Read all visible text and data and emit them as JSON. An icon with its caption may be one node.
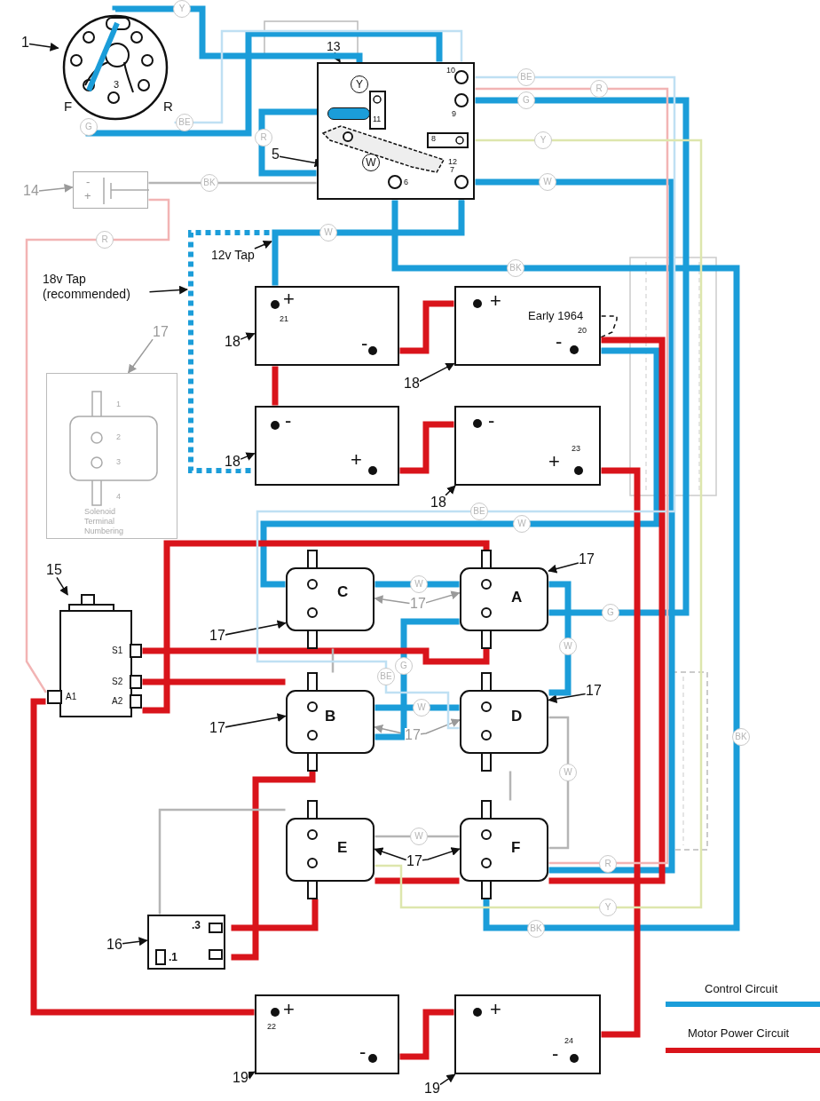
{
  "diagram": {
    "nodes": [
      {
        "text": [
          "1"
        ]
      },
      {
        "text": [
          "3"
        ],
        "beside": [
          "F",
          "R"
        ]
      },
      {
        "text": [
          "13"
        ]
      },
      {
        "text": [
          "10",
          "11",
          "9",
          "8",
          "12",
          "7",
          "6"
        ]
      },
      {
        "text": [
          "5"
        ]
      },
      {
        "text": [],
        "shape": "bar",
        "in": 3
      },
      {
        "text": [],
        "shape": "picture",
        "in": 3
      },
      {
        "text": [
          "14"
        ]
      },
      {
        "text": [
          "-",
          "+"
        ]
      },
      {
        "text": [
          "18v Tap (recommended)"
        ]
      },
      {
        "text": [
          "12v Tap"
        ]
      },
      {
        "text": [
          "+",
          "21",
          "-"
        ]
      },
      {
        "text": [
          "+",
          "-",
          "20"
        ]
      },
      {
        "text": [
          "-",
          "+"
        ]
      },
      {
        "text": [
          "-",
          "+",
          "23"
        ]
      },
      {
        "text": [
          "18"
        ]
      },
      {
        "text": [
          "18"
        ]
      },
      {
        "text": [
          "18"
        ]
      },
      {
        "text": [
          "18"
        ]
      },
      {
        "text": [
          "Early 1964"
        ],
        "in": 12
      },
      {
        "text": [
          "17"
        ]
      },
      {
        "text": [
          "1",
          "2",
          "3",
          "4",
          "Solenoid Terminal Numbering"
        ]
      },
      {
        "text": [
          "15"
        ]
      },
      {
        "text": [
          "S1",
          "S2",
          "A1",
          "A2"
        ]
      },
      {
        "text": [
          "C"
        ]
      },
      {
        "text": [
          "A"
        ]
      },
      {
        "text": [
          "B"
        ]
      },
      {
        "text": [
          "D"
        ]
      },
      {
        "text": [
          "E"
        ]
      },
      {
        "text": [
          "F"
        ]
      },
      {
        "text": [
          "17"
        ]
      },
      {
        "text": [
          "17"
        ]
      },
      {
        "text": [
          "17"
        ]
      },
      {
        "text": [
          "17"
        ]
      },
      {
        "text": [
          "17"
        ]
      },
      {
        "text": [
          "17"
        ]
      },
      {
        "text": [
          "17"
        ]
      },
      {
        "text": [
          ".3",
          ".1"
        ]
      },
      {
        "text": [
          "16"
        ]
      },
      {
        "text": [
          "+",
          "22",
          "-"
        ]
      },
      {
        "text": [
          "+",
          "24",
          "-"
        ]
      },
      {
        "text": [
          "19"
        ]
      },
      {
        "text": [
          "19"
        ]
      }
    ],
    "edges": [
      {
        "from": 0,
        "to": 1,
        "arrow": "to"
      },
      {
        "from": 2,
        "to": 3,
        "arrow": "to"
      },
      {
        "from": 4,
        "to": 6,
        "arrow": "to"
      },
      {
        "from": 7,
        "to": 8,
        "arrow": "to",
        "color": "#9a9a9a"
      },
      {
        "from": 9,
        "to": null,
        "arrow": "to"
      },
      {
        "from": 10,
        "to": null,
        "arrow": "to"
      },
      {
        "from": 15,
        "to": 11,
        "arrow": "to"
      },
      {
        "from": 16,
        "to": 12,
        "arrow": "to"
      },
      {
        "from": 17,
        "to": 13,
        "arrow": "to"
      },
      {
        "from": 18,
        "to": 14,
        "arrow": "to"
      },
      {
        "from": 12,
        "to": 19,
        "arrow": "to",
        "style": "dashed"
      },
      {
        "from": 20,
        "to": 21,
        "arrow": "to",
        "color": "#9a9a9a"
      },
      {
        "from": 22,
        "to": 23,
        "arrow": "to"
      },
      {
        "from": 30,
        "to": 24,
        "arrow": "to"
      },
      {
        "from": 31,
        "to": 25,
        "arrow": "to"
      },
      {
        "from": 32,
        "to": 26,
        "arrow": "to"
      },
      {
        "from": 33,
        "to": 27,
        "arrow": "to"
      },
      {
        "from": 34,
        "to": 24,
        "arrow": "to",
        "color": "#9a9a9a"
      },
      {
        "from": 34,
        "to": 25,
        "arrow": "to",
        "color": "#9a9a9a"
      },
      {
        "from": 35,
        "to": 26,
        "arrow": "to",
        "color": "#9a9a9a"
      },
      {
        "from": 35,
        "to": 27,
        "arrow": "to",
        "color": "#9a9a9a"
      },
      {
        "from": 36,
        "to": 28,
        "arrow": "to"
      },
      {
        "from": 36,
        "to": 29,
        "arrow": "to"
      },
      {
        "from": 38,
        "to": 37,
        "arrow": "to"
      },
      {
        "from": 41,
        "to": 39,
        "arrow": "to"
      },
      {
        "from": 42,
        "to": 40,
        "arrow": "to"
      },
      {
        "from": 1,
        "to": 5,
        "arrow": "none",
        "label": "Y",
        "style": "thick",
        "color": "#1b9dd9"
      },
      {
        "from": 1,
        "to": 3,
        "arrow": "none",
        "label": "G",
        "style": "thick",
        "color": "#1b9dd9"
      },
      {
        "from": 1,
        "to": 3,
        "arrow": "none",
        "label": "BE",
        "color": "#bfe0f3"
      },
      {
        "from": 5,
        "to": 3,
        "arrow": "none",
        "label": "R",
        "style": "thick",
        "color": "#1b9dd9"
      },
      {
        "from": 3,
        "to": 29,
        "arrow": "none",
        "label": "BK",
        "style": "thick",
        "color": "#1b9dd9"
      },
      {
        "from": 3,
        "to": 11,
        "arrow": "none",
        "label": "W",
        "style": "thick",
        "color": "#1b9dd9"
      },
      {
        "from": 3,
        "to": 13,
        "arrow": "none",
        "style": "dashed",
        "color": "#1b9dd9"
      },
      {
        "from": 3,
        "to": 29,
        "arrow": "none",
        "label": "W",
        "style": "thick",
        "color": "#1b9dd9"
      },
      {
        "from": 3,
        "to": 25,
        "arrow": "none",
        "label": "G",
        "style": "thick",
        "color": "#1b9dd9"
      },
      {
        "from": 12,
        "to": 24,
        "arrow": "none",
        "label": "W",
        "style": "thick",
        "color": "#1b9dd9"
      },
      {
        "from": 24,
        "to": 25,
        "arrow": "none",
        "label": "W",
        "style": "thick",
        "color": "#1b9dd9"
      },
      {
        "from": 25,
        "to": 27,
        "arrow": "none",
        "label": "W",
        "style": "thick",
        "color": "#1b9dd9"
      },
      {
        "from": 25,
        "to": 26,
        "arrow": "none",
        "label": "G",
        "style": "thick",
        "color": "#1b9dd9"
      },
      {
        "from": 26,
        "to": 27,
        "arrow": "none",
        "label": "W",
        "style": "thick",
        "color": "#1b9dd9"
      },
      {
        "from": 11,
        "to": 13,
        "arrow": "none",
        "style": "thick",
        "color": "#d9141b"
      },
      {
        "from": 11,
        "to": 12,
        "arrow": "none",
        "style": "thick",
        "color": "#d9141b"
      },
      {
        "from": 13,
        "to": 14,
        "arrow": "none",
        "style": "thick",
        "color": "#d9141b"
      },
      {
        "from": 14,
        "to": 40,
        "arrow": "none",
        "style": "thick",
        "color": "#d9141b"
      },
      {
        "from": 12,
        "to": 29,
        "arrow": "none",
        "style": "thick",
        "color": "#d9141b"
      },
      {
        "from": 29,
        "to": 28,
        "arrow": "none",
        "style": "thick",
        "color": "#d9141b"
      },
      {
        "from": 39,
        "to": 23,
        "arrow": "none",
        "style": "thick",
        "color": "#d9141b"
      },
      {
        "from": 39,
        "to": 40,
        "arrow": "none",
        "style": "thick",
        "color": "#d9141b"
      },
      {
        "from": 23,
        "to": 25,
        "arrow": "none",
        "style": "thick",
        "color": "#d9141b"
      },
      {
        "from": 23,
        "to": 25,
        "arrow": "none",
        "style": "thick",
        "color": "#d9141b"
      },
      {
        "from": 23,
        "to": 26,
        "arrow": "none",
        "style": "thick",
        "color": "#d9141b"
      },
      {
        "from": 26,
        "to": 37,
        "arrow": "none",
        "style": "thick",
        "color": "#d9141b"
      },
      {
        "from": 37,
        "to": 28,
        "arrow": "none",
        "style": "thick",
        "color": "#d9141b"
      },
      {
        "from": 24,
        "to": 26,
        "arrow": "none",
        "color": "#b5b5b5"
      },
      {
        "from": 27,
        "to": 29,
        "arrow": "none",
        "color": "#b5b5b5"
      },
      {
        "from": 28,
        "to": 37,
        "arrow": "none",
        "color": "#b5b5b5"
      },
      {
        "from": 27,
        "to": 29,
        "arrow": "none",
        "label": "W",
        "color": "#b5b5b5"
      },
      {
        "from": 28,
        "to": 29,
        "arrow": "none",
        "label": "W",
        "color": "#b5b5b5"
      },
      {
        "from": 3,
        "to": 27,
        "arrow": "none",
        "label": "BE",
        "color": "#bfe0f3"
      },
      {
        "from": 3,
        "to": 29,
        "arrow": "none",
        "label": "R",
        "color": "#f2b4b4"
      },
      {
        "from": 8,
        "to": 23,
        "arrow": "none",
        "label": "R",
        "color": "#f2b4b4"
      },
      {
        "from": 3,
        "to": 28,
        "arrow": "none",
        "label": "Y",
        "color": "#dde6ad"
      },
      {
        "from": 8,
        "to": 3,
        "arrow": "none",
        "label": "BK",
        "color": "#b5b5b5"
      }
    ],
    "labels": [
      "Y",
      "W",
      "BE",
      "G",
      "BE",
      "BK",
      "R",
      "Y",
      "BK"
    ],
    "legend": [
      {
        "text": "Control Circuit",
        "color": "#1b9dd9"
      },
      {
        "text": "Motor Power Circuit",
        "color": "#d9141b"
      }
    ]
  }
}
